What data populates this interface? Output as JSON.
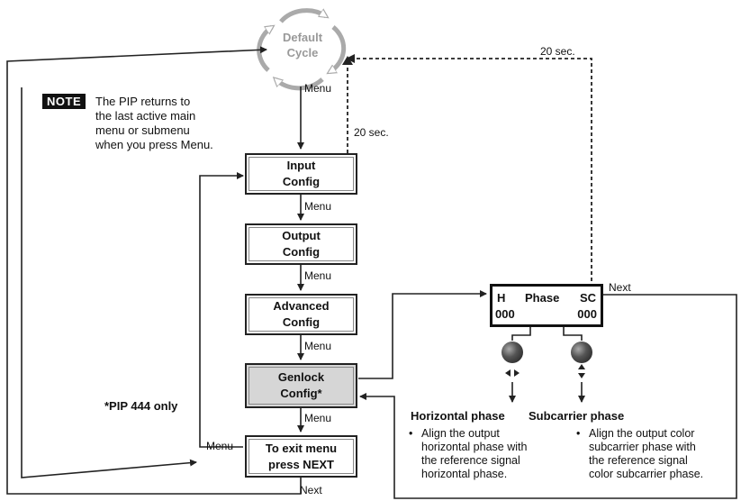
{
  "default_cycle": {
    "line1": "Default",
    "line2": "Cycle"
  },
  "note": {
    "tag": "NOTE",
    "lines": [
      "The PIP returns to",
      "the last active main",
      "menu or submenu",
      "when you press Menu."
    ]
  },
  "timeouts": {
    "top": "20 sec.",
    "middle": "20 sec."
  },
  "menu_label": "Menu",
  "next_label": "Next",
  "boxes": {
    "input": {
      "line1": "Input",
      "line2": "Config"
    },
    "output": {
      "line1": "Output",
      "line2": "Config"
    },
    "advanced": {
      "line1": "Advanced",
      "line2": "Config"
    },
    "genlock": {
      "line1": "Genlock",
      "line2": "Config*"
    },
    "exit": {
      "line1": "To exit menu",
      "line2": "press NEXT"
    }
  },
  "footnote": "*PIP 444 only",
  "lcd": {
    "left_top": "H",
    "center": "Phase",
    "right_top": "SC",
    "left_value": "000",
    "right_value": "000"
  },
  "horizontal": {
    "heading": "Horizontal phase",
    "bullet": "•",
    "lines": [
      "Align the output",
      "horizontal phase with",
      "the reference signal",
      "horizontal phase."
    ]
  },
  "subcarrier": {
    "heading": "Subcarrier phase",
    "bullet": "•",
    "lines": [
      "Align the output color",
      "subcarrier phase with",
      "the reference signal",
      "color subcarrier phase."
    ]
  },
  "icons": [
    "cycle-arrows-icon",
    "left-right-arrow-icon",
    "up-down-arrow-icon",
    "adjust-knob-icon"
  ]
}
